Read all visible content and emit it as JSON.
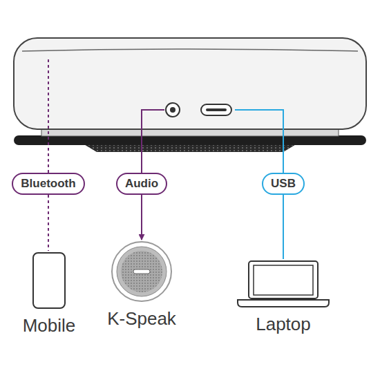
{
  "diagram": {
    "nodes": [
      {
        "text": [
          "Bluetooth"
        ]
      },
      {
        "text": [
          "Audio"
        ]
      },
      {
        "text": [
          "USB"
        ]
      },
      {
        "text": [
          "Mobile"
        ]
      },
      {
        "text": [
          "K-Speak"
        ]
      },
      {
        "text": [
          "Laptop"
        ]
      }
    ],
    "edges": [
      {
        "from": 0,
        "to": 3,
        "arrow": "none"
      },
      {
        "from": 1,
        "to": 4,
        "arrow": "to"
      },
      {
        "from": 2,
        "to": 5,
        "arrow": "none"
      }
    ]
  }
}
